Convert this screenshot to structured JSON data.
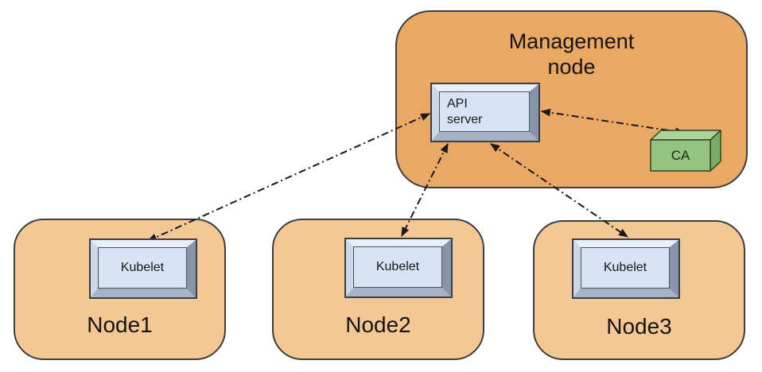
{
  "diagram": {
    "title_hint": "Kubernetes management node with API server and CA connected to kubelets",
    "management_node": {
      "label": "Management\nnode",
      "api_server": {
        "label": "API\nserver"
      },
      "ca": {
        "label": "CA"
      }
    },
    "nodes": [
      {
        "label": "Node1",
        "component": "Kubelet"
      },
      {
        "label": "Node2",
        "component": "Kubelet"
      },
      {
        "label": "Node3",
        "component": "Kubelet"
      }
    ],
    "connections": [
      {
        "from": "API server",
        "to": "Kubelet on Node1",
        "style": "dash-dot",
        "bidirectional": true
      },
      {
        "from": "API server",
        "to": "Kubelet on Node2",
        "style": "dash-dot",
        "bidirectional": true
      },
      {
        "from": "API server",
        "to": "Kubelet on Node3",
        "style": "dash-dot",
        "bidirectional": true
      },
      {
        "from": "API server",
        "to": "CA",
        "style": "dash-dot",
        "bidirectional": true
      }
    ],
    "colors": {
      "management_fill": "#E9A864",
      "node_fill": "#F4C895",
      "node_border": "#3D3D3D",
      "box_face": "#D8E4F6",
      "bevel_top": "#E9EFF9",
      "bevel_left": "#CBD8EA",
      "bevel_right": "#8794AB",
      "bevel_bottom": "#A7B2C6",
      "ca_front": "#94C47E",
      "ca_top": "#ABD495",
      "ca_side": "#79AD63",
      "line_color": "#1A1A1A"
    }
  }
}
